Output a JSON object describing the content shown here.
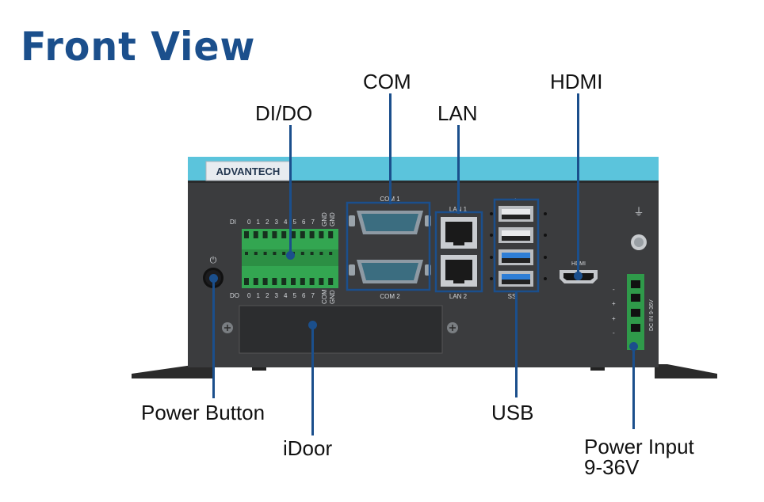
{
  "title": "Front View",
  "labels": {
    "com": "COM",
    "dido": "DI/DO",
    "lan": "LAN",
    "hdmi": "HDMI",
    "power_button": "Power Button",
    "idoor": "iDoor",
    "usb": "USB",
    "power_input_line1": "Power Input",
    "power_input_line2": "9-36V"
  },
  "device": {
    "brand": "ADVANTECH",
    "dido_top_prefix": "DI",
    "dido_bottom_prefix": "DO",
    "pins": [
      "0",
      "1",
      "2",
      "3",
      "4",
      "5",
      "6",
      "7"
    ],
    "gnd": "GND",
    "com_bottom": "COM",
    "com1": "COM 1",
    "com2": "COM 2",
    "lan1": "LAN 1",
    "lan2": "LAN 2",
    "hdmi_port": "HDMI",
    "dc_in": "DC IN 9-36V",
    "usb_ss": "SS",
    "plus": "+",
    "minus": "-"
  },
  "colors": {
    "title": "#1b4f8c",
    "leader": "#1b4f8c",
    "panel": "#3b3c3e",
    "top_band": "#5bc4dc",
    "terminal_green": "#33a651",
    "usb3_blue": "#2e7ed6"
  }
}
